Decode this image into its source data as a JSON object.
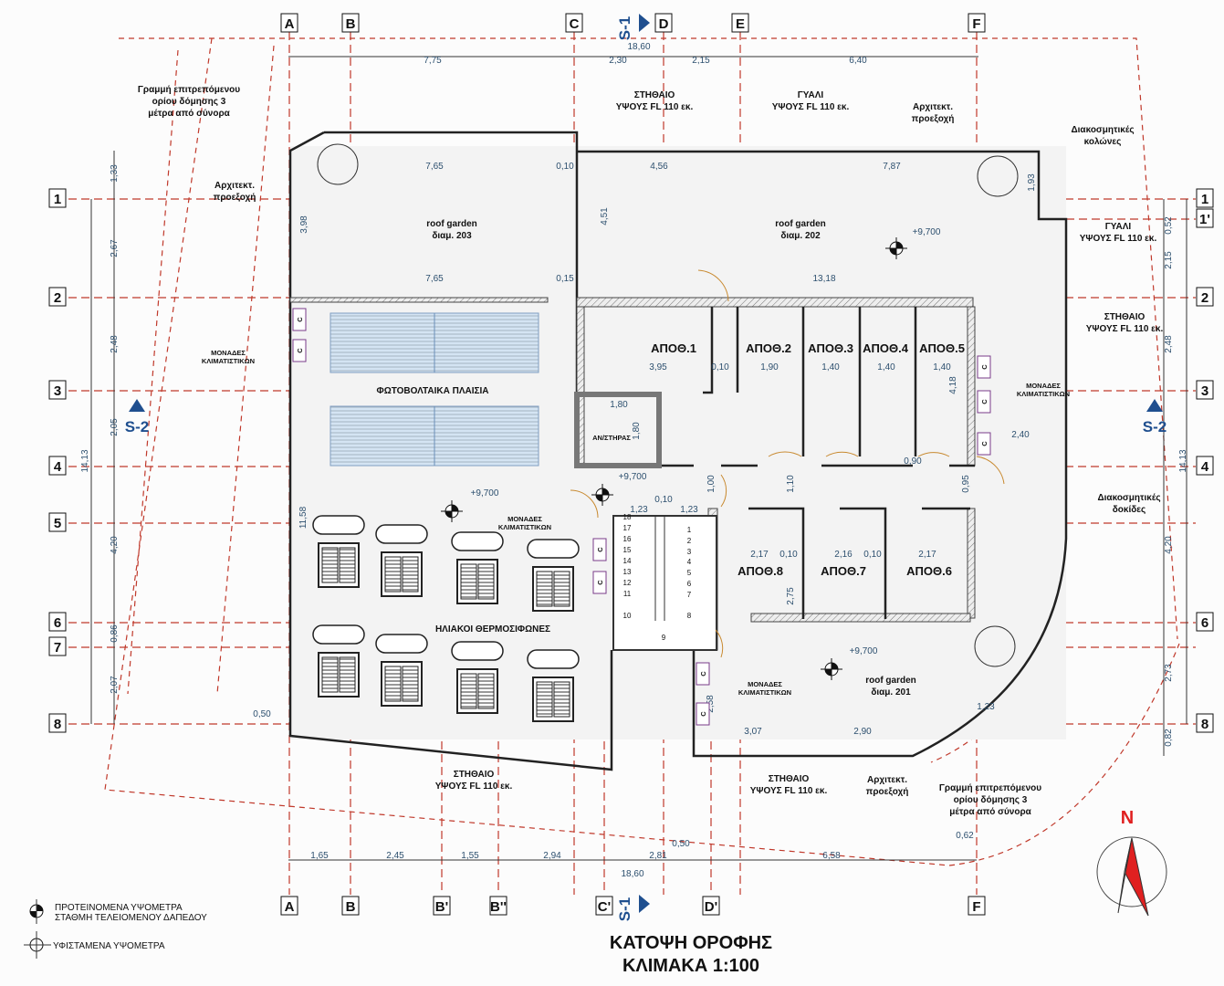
{
  "title": {
    "line1": "ΚΑΤΟΨΗ ΟΡΟΦΗΣ",
    "line2": "ΚΛΙΜΑΚΑ 1:100"
  },
  "grid": {
    "columns_top": [
      "A",
      "B",
      "C",
      "D",
      "E",
      "F"
    ],
    "columns_bottom": [
      "A",
      "B",
      "B'",
      "B''",
      "C'",
      "D'",
      "F"
    ],
    "rows_left": [
      "1",
      "2",
      "3",
      "4",
      "5",
      "6",
      "7",
      "8"
    ],
    "rows_right": [
      "1",
      "1'",
      "2",
      "3",
      "4",
      "6",
      "8"
    ]
  },
  "sections": {
    "s1": "S-1",
    "s2": "S-2"
  },
  "north": "N",
  "dimensions": {
    "top": [
      "18,60",
      "7,75",
      "2,30",
      "2,15",
      "6,40"
    ],
    "bottom": [
      "1,65",
      "2,45",
      "1,55",
      "2,94",
      "2,81",
      "6,58",
      "18,60",
      "0,50",
      "0,62"
    ],
    "left": [
      "1,33",
      "2,67",
      "2,48",
      "2,05",
      "4,20",
      "0,86",
      "2,07",
      "14,13"
    ],
    "right": [
      "0,52",
      "2,15",
      "2,48",
      "4,20",
      "2,73",
      "0,82",
      "14,13"
    ],
    "interior": [
      "7,65",
      "0,10",
      "4,56",
      "7,87",
      "3,98",
      "4,51",
      "1,93",
      "7,65",
      "0,15",
      "13,18",
      "3,95",
      "0,10",
      "1,90",
      "1,40",
      "1,40",
      "1,40",
      "4,18",
      "1,80",
      "1,80",
      "2,40",
      "0,90",
      "1,00",
      "1,10",
      "0,95",
      "0,10",
      "1,23",
      "1,23",
      "2,17",
      "0,10",
      "2,16",
      "0,10",
      "2,17",
      "2,75",
      "2,58",
      "1,23",
      "3,07",
      "2,90",
      "0,50",
      "11,58"
    ]
  },
  "rooms": [
    "ΑΠΟΘ.1",
    "ΑΠΟΘ.2",
    "ΑΠΟΘ.3",
    "ΑΠΟΘ.4",
    "ΑΠΟΘ.5",
    "ΑΠΟΘ.8",
    "ΑΠΟΘ.7",
    "ΑΠΟΘ.6"
  ],
  "areas": {
    "roof_garden_203": [
      "roof garden",
      "διαμ. 203"
    ],
    "roof_garden_202": [
      "roof garden",
      "διαμ. 202"
    ],
    "roof_garden_201": [
      "roof garden",
      "διαμ. 201"
    ],
    "pv_panels": "ΦΩΤΟΒΟΛΤΑΙΚΑ ΠΛΑΙΣΙΑ",
    "solar_heaters": "ΗΛΙΑΚΟΙ ΘΕΡΜΟΣΙΦΩΝΕΣ",
    "lift": "ΑΝ/ΣΤΗΡΑΣ"
  },
  "levels": [
    "+9,700",
    "+9,700",
    "+9,700",
    "+9,700"
  ],
  "annotations": {
    "boundary_top_left": [
      "Γραμμή επιτρεπόμενου",
      "ορίου δόμησης 3",
      "μέτρα από σύνορα"
    ],
    "projection_left": [
      "Αρχιτεκτ.",
      "προεξοχή"
    ],
    "ac_left": [
      "ΜΟΝΑΔΕΣ",
      "ΚΛΙΜΑΤΙΣΤΙΚΩΝ"
    ],
    "parapet_top": [
      "ΣΤΗΘΑΙΟ",
      "ΥΨΟΥΣ FL 110 εκ."
    ],
    "glass_top": [
      "ΓΥΑΛΙ",
      "ΥΨΟΥΣ FL 110 εκ."
    ],
    "projection_top": [
      "Αρχιτεκτ.",
      "προεξοχή"
    ],
    "deco_columns": [
      "Διακοσμητικές",
      "κολώνες"
    ],
    "glass_right": [
      "ΓΥΑΛΙ",
      "ΥΨΟΥΣ FL 110 εκ."
    ],
    "parapet_right": [
      "ΣΤΗΘΑΙΟ",
      "ΥΨΟΥΣ FL 110 εκ."
    ],
    "ac_right": [
      "ΜΟΝΑΔΕΣ",
      "ΚΛΙΜΑΤΙΣΤΙΚΩΝ"
    ],
    "deco_beams": [
      "Διακοσμητικές",
      "δοκίδες"
    ],
    "ac_mid": [
      "ΜΟΝΑΔΕΣ",
      "ΚΛΙΜΑΤΙΣΤΙΚΩΝ"
    ],
    "ac_bottom": [
      "ΜΟΝΑΔΕΣ",
      "ΚΛΙΜΑΤΙΣΤΙΚΩΝ"
    ],
    "parapet_bottom_left": [
      "ΣΤΗΘΑΙΟ",
      "ΥΨΟΥΣ FL 110 εκ."
    ],
    "parapet_bottom_right": [
      "ΣΤΗΘΑΙΟ",
      "ΥΨΟΥΣ FL 110 εκ."
    ],
    "projection_bottom": [
      "Αρχιτεκτ.",
      "προεξοχή"
    ],
    "boundary_bottom": [
      "Γραμμή επιτρεπόμενου",
      "ορίου δόμησης 3",
      "μέτρα από σύνορα"
    ]
  },
  "stairs": {
    "left": [
      "18",
      "17",
      "16",
      "15",
      "14",
      "13",
      "12",
      "11",
      "10"
    ],
    "right": [
      "1",
      "2",
      "3",
      "4",
      "5",
      "6",
      "7",
      "8"
    ],
    "landing": "9"
  },
  "ac_unit_mark": "C",
  "legend": {
    "proposed": [
      "ΠΡΟΤΕΙΝΟΜΕΝΑ ΥΨΟΜΕΤΡΑ",
      "ΣΤΑΘΜΗ ΤΕΛΕΙΟΜΕΝΟΥ ΔΑΠΕΔΟΥ"
    ],
    "existing": "ΥΦΙΣΤΑΜΕΝΑ ΥΨΟΜΕΤΡΑ"
  },
  "colors": {
    "grid": "#c0392b",
    "dimension": "#2c4f6e",
    "section": "#1f4f8f",
    "pv": "#bcd6ef",
    "north": "#e02020"
  }
}
